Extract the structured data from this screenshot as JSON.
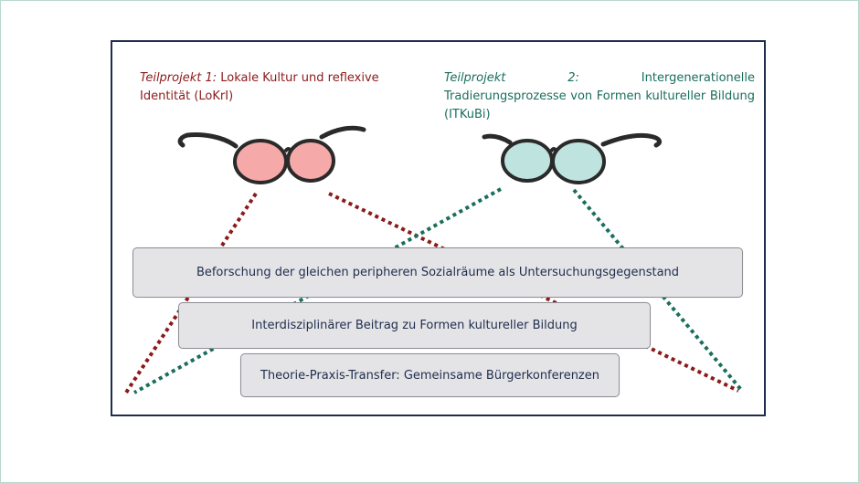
{
  "projects": [
    {
      "prefix": "Teilprojekt 1:",
      "title": " Lokale Kultur und reflexive Identität (LoKrI)",
      "color": "#8b1a1a",
      "lens_color": "#f6a9a9"
    },
    {
      "prefix": "Teilprojekt 2:",
      "title": " Intergenerationelle Tradierungsprozesse von Formen kultureller Bildung (ITKuBi)",
      "color": "#1a6e5c",
      "lens_color": "#bfe3df"
    }
  ],
  "levels": [
    {
      "label": "Beforschung der gleichen peripheren Sozialräume als Untersuchungsgegenstand"
    },
    {
      "label": "Interdisziplinärer Beitrag zu Formen kultureller Bildung"
    },
    {
      "label": "Theorie-Praxis-Transfer: Gemeinsame Bürgerkonferenzen"
    }
  ],
  "colors": {
    "frame": "#1f2d4d",
    "red_dots": "#8b1a1a",
    "teal_dots": "#1a6e5c",
    "box_fill": "#e4e4e7",
    "box_text": "#1f2d4d"
  }
}
